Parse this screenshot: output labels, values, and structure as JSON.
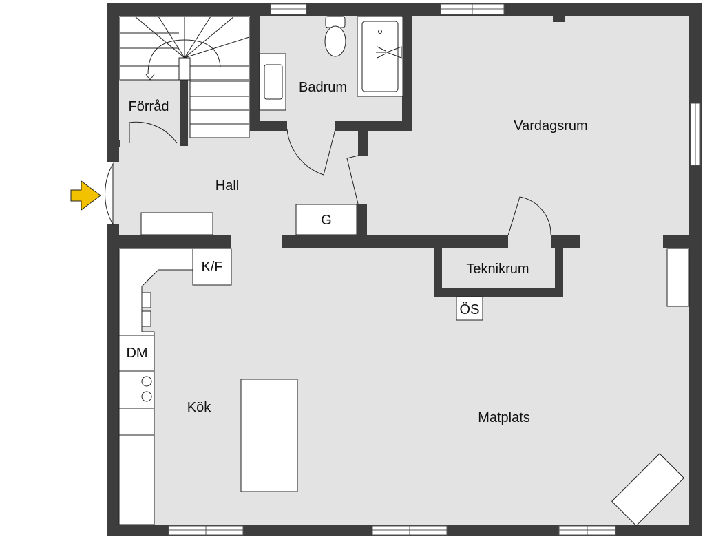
{
  "plan": {
    "colors": {
      "wall": "#3d3d3d",
      "floor": "#e3e3e3",
      "fixture": "#ffffff",
      "line": "#222222",
      "entrance_arrow": "#f2c200"
    },
    "rooms": {
      "forrad": "Förråd",
      "badrum": "Badrum",
      "vardagsrum": "Vardagsrum",
      "hall": "Hall",
      "teknikrum": "Teknikrum",
      "kok": "Kök",
      "matplats": "Matplats"
    },
    "fixtures": {
      "g": "G",
      "kf": "K/F",
      "os": "ÖS",
      "dm": "DM"
    }
  }
}
